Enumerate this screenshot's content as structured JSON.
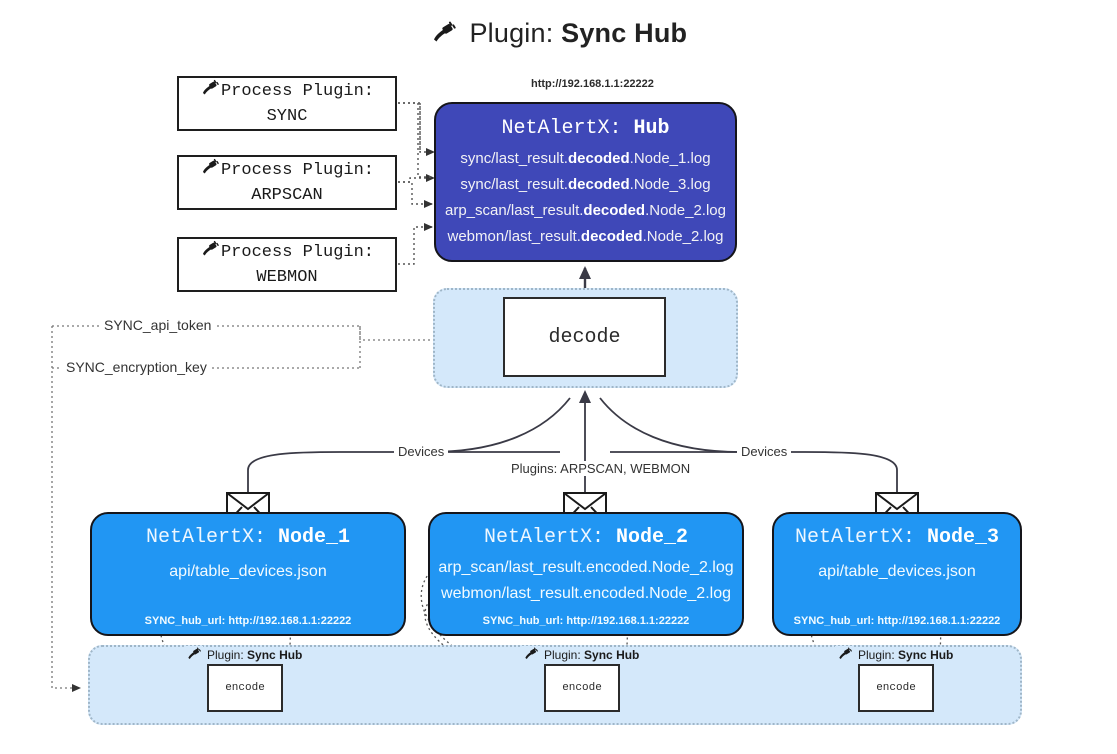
{
  "title": {
    "icon": "plug-icon",
    "prefix": "Plugin:",
    "name": "Sync Hub"
  },
  "process_plugins": [
    {
      "icon": "plug-icon",
      "line1": "Process Plugin:",
      "line2": "SYNC"
    },
    {
      "icon": "plug-icon",
      "line1": "Process Plugin:",
      "line2": "ARPSCAN"
    },
    {
      "icon": "plug-icon",
      "line1": "Process Plugin:",
      "line2": "WEBMON"
    }
  ],
  "hub": {
    "url": "http://192.168.1.1:22222",
    "title_prefix": "NetAlertX:",
    "title_name": "Hub",
    "logs": [
      {
        "pre": "sync/last_result.",
        "em": "decoded",
        "post": ".Node_1.log"
      },
      {
        "pre": "sync/last_result.",
        "em": "decoded",
        "post": ".Node_3.log"
      },
      {
        "pre": "arp_scan/last_result.",
        "em": "decoded",
        "post": ".Node_2.log"
      },
      {
        "pre": "webmon/last_result.",
        "em": "decoded",
        "post": ".Node_2.log"
      }
    ]
  },
  "decode": {
    "label": "decode"
  },
  "secrets": [
    {
      "label": "SYNC_api_token"
    },
    {
      "label": "SYNC_encryption_key"
    }
  ],
  "edge_labels": {
    "devices_left": "Devices",
    "devices_right": "Devices",
    "plugins_center": "Plugins: ARPSCAN, WEBMON"
  },
  "nodes": [
    {
      "title_prefix": "NetAlertX:",
      "title_name": "Node_1",
      "rows": [
        "api/table_devices.json"
      ],
      "footer": "SYNC_hub_url: http://192.168.1.1:22222",
      "envelope": "envelope-icon"
    },
    {
      "title_prefix": "NetAlertX:",
      "title_name": "Node_2",
      "rows": [
        "arp_scan/last_result.encoded.Node_2.log",
        "webmon/last_result.encoded.Node_2.log"
      ],
      "footer": "SYNC_hub_url: http://192.168.1.1:22222",
      "envelope": "envelope-icon"
    },
    {
      "title_prefix": "NetAlertX:",
      "title_name": "Node_3",
      "rows": [
        "api/table_devices.json"
      ],
      "footer": "SYNC_hub_url: http://192.168.1.1:22222",
      "envelope": "envelope-icon"
    }
  ],
  "encoders": [
    {
      "tag_prefix": "Plugin:",
      "tag_name": "Sync Hub",
      "icon": "plug-icon",
      "label": "encode"
    },
    {
      "tag_prefix": "Plugin:",
      "tag_name": "Sync Hub",
      "icon": "plug-icon",
      "label": "encode"
    },
    {
      "tag_prefix": "Plugin:",
      "tag_name": "Sync Hub",
      "icon": "plug-icon",
      "label": "encode"
    }
  ],
  "colors": {
    "hub_blue": "#3f48b8",
    "node_blue": "#2196f3",
    "container_blue": "#d4e8fa",
    "outline": "#15151a"
  }
}
